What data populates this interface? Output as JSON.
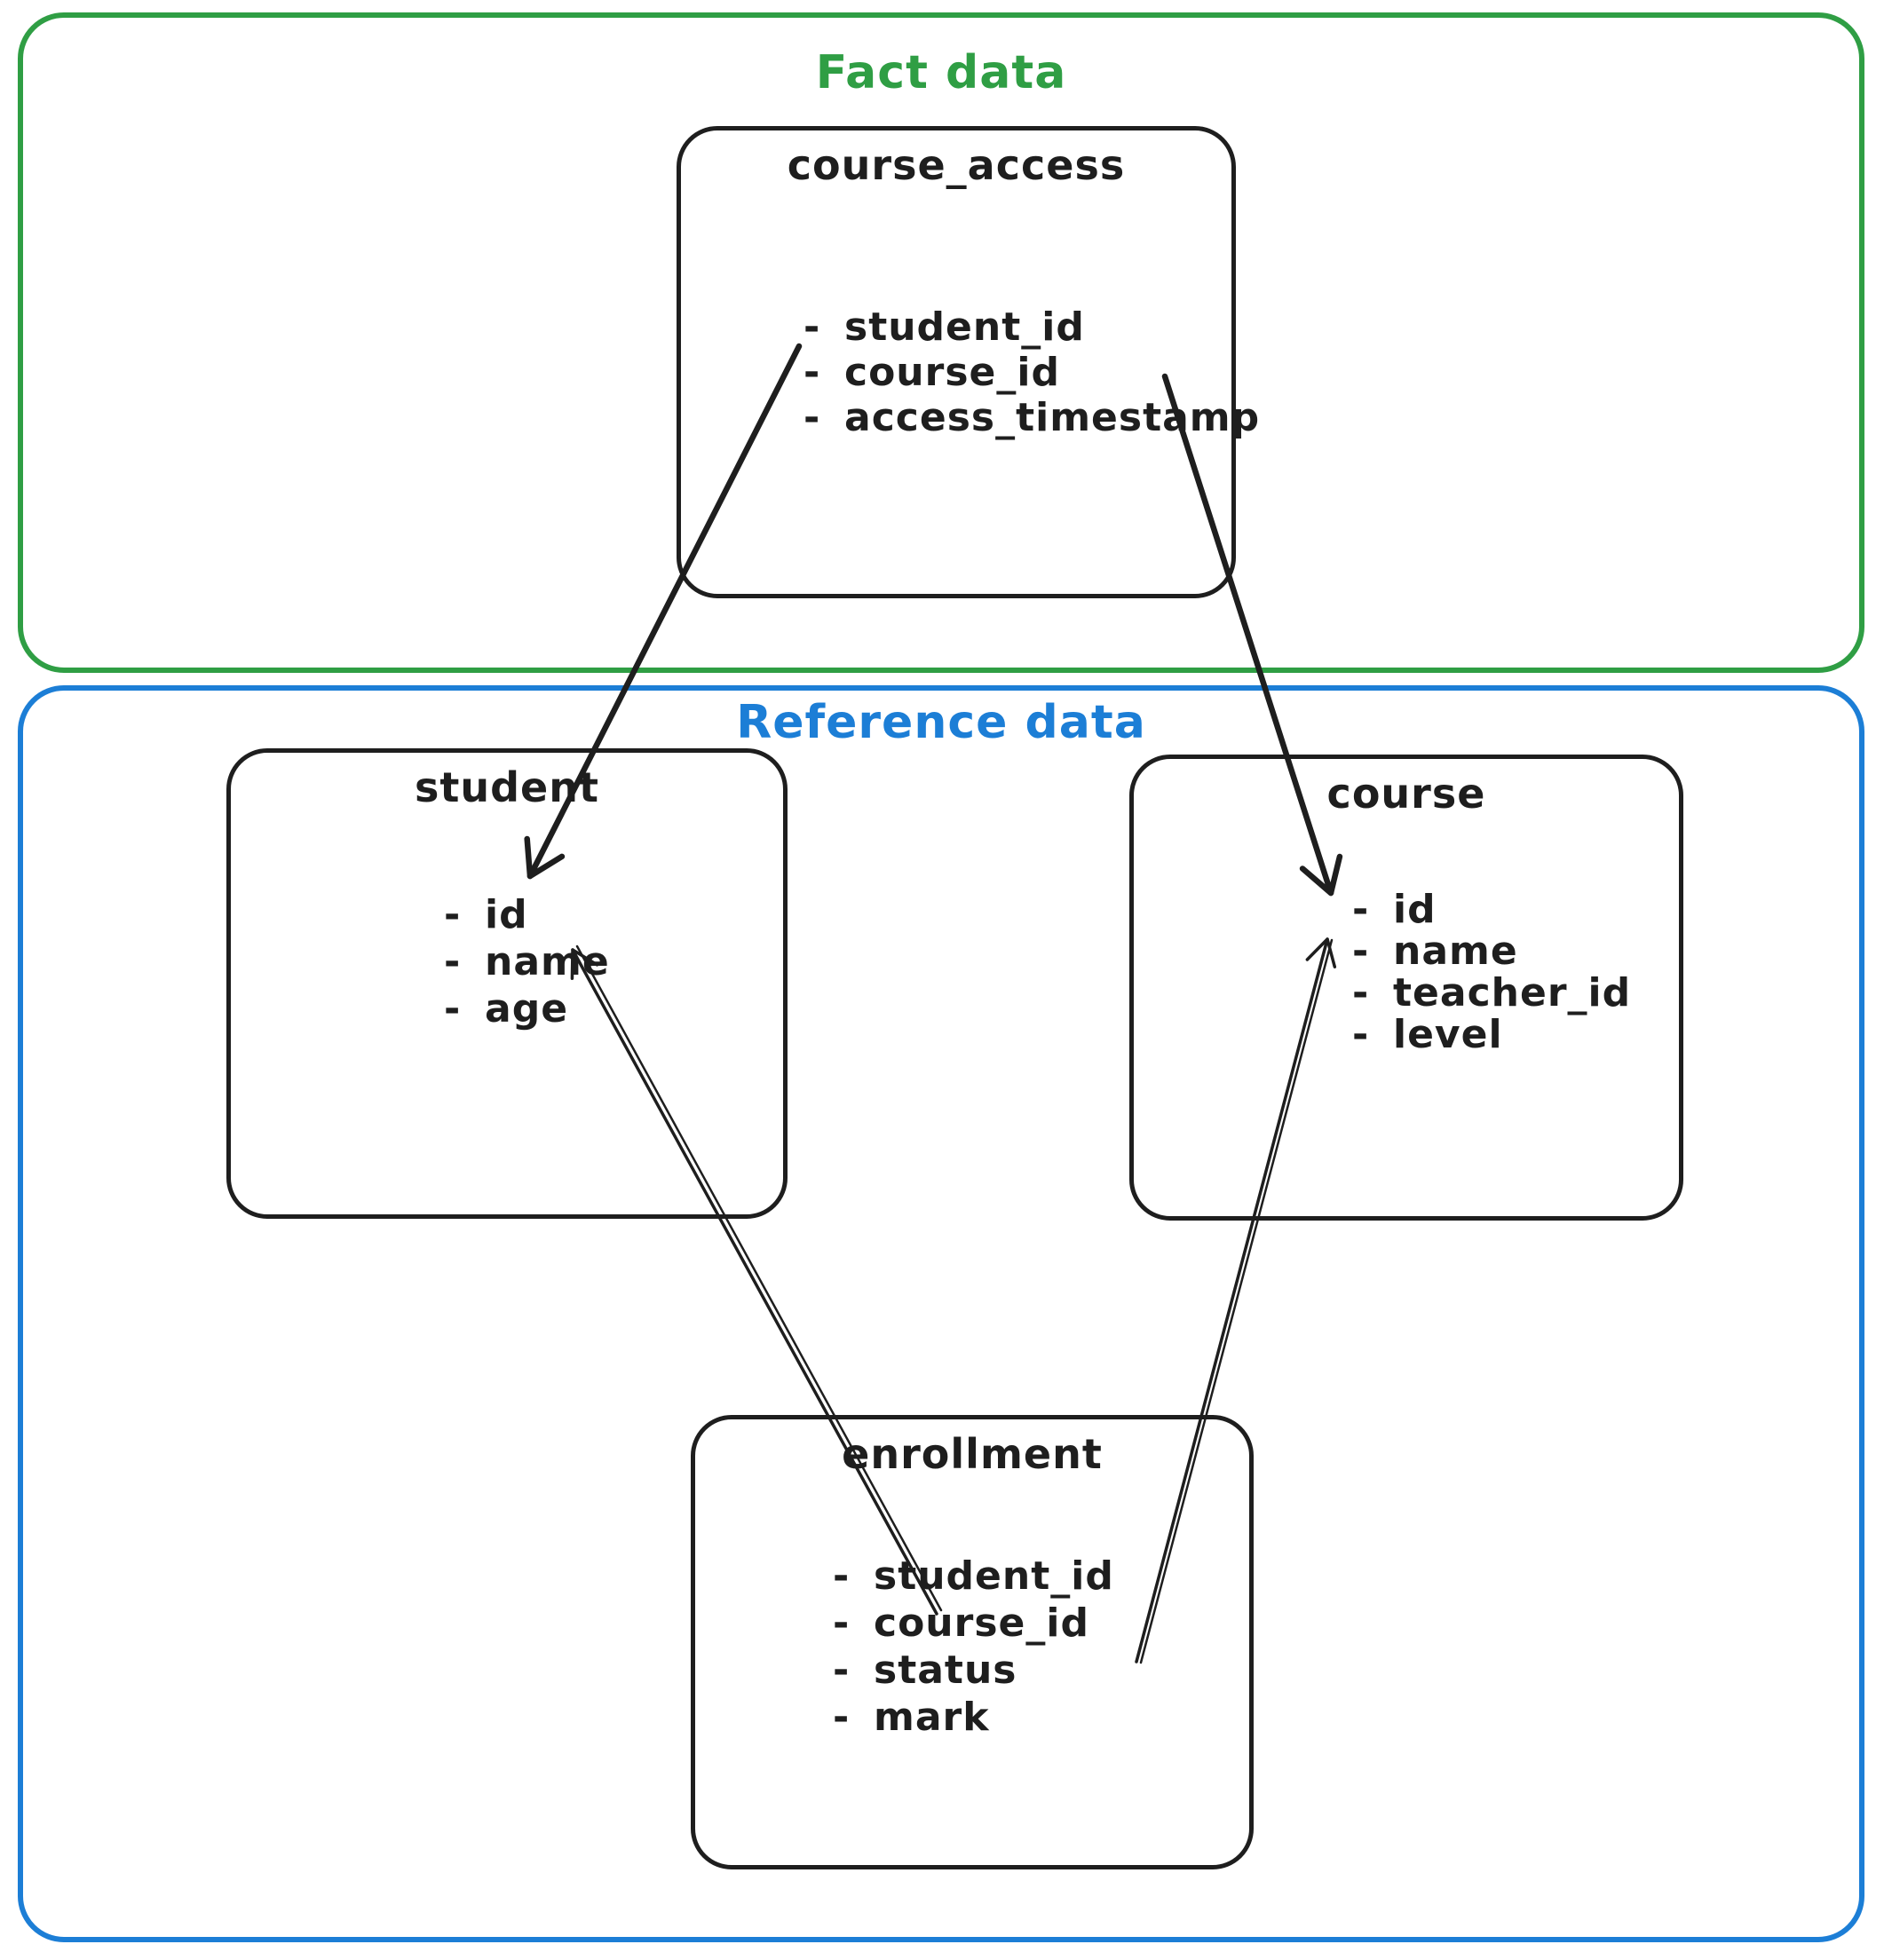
{
  "sections": [
    {
      "label": "Fact data",
      "color": "#2f9e44"
    },
    {
      "label": "Reference data",
      "color": "#1c7ed6"
    }
  ],
  "field_bullet": "-",
  "entities": [
    {
      "name": "course_access",
      "section": "Fact data",
      "fields": [
        "student_id",
        "course_id",
        "access_timestamp"
      ]
    },
    {
      "name": "student",
      "section": "Reference data",
      "fields": [
        "id",
        "name",
        "age"
      ]
    },
    {
      "name": "course",
      "section": "Reference data",
      "fields": [
        "id",
        "name",
        "teacher_id",
        "level"
      ]
    },
    {
      "name": "enrollment",
      "section": "Reference data",
      "fields": [
        "student_id",
        "course_id",
        "status",
        "mark"
      ]
    }
  ],
  "relationships": [
    {
      "from": "course_access.student_id",
      "to": "student.id"
    },
    {
      "from": "course_access.course_id",
      "to": "course.id"
    },
    {
      "from": "enrollment.student_id",
      "to": "student.id"
    },
    {
      "from": "enrollment.course_id",
      "to": "course.id"
    }
  ],
  "colors": {
    "ink": "#1e1e1e",
    "fact_green": "#2f9e44",
    "reference_blue": "#1c7ed6",
    "background": "#ffffff"
  }
}
